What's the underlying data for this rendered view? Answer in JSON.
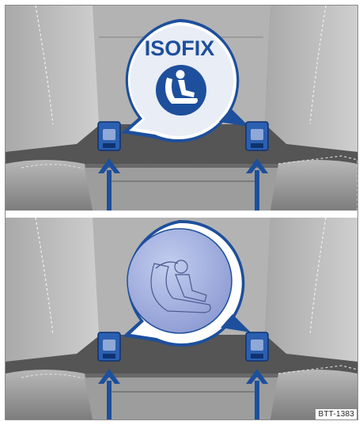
{
  "figure": {
    "top_panel": {
      "badge_label": "ISOFIX",
      "badge_icon": "child-seat-icon",
      "anchor_count": 2
    },
    "bottom_panel": {
      "badge_icon": "child-seat-outline-icon",
      "anchor_count": 2
    },
    "reference_code": "BTT-1383"
  },
  "colors": {
    "seat_dark": "#6f6f6f",
    "seat_mid": "#9a9a9a",
    "seat_light": "#c4c4c4",
    "accent_blue": "#1d4f9c",
    "badge_fill": "#e9edf6",
    "icon_fill_light": "#aeb9e2"
  }
}
